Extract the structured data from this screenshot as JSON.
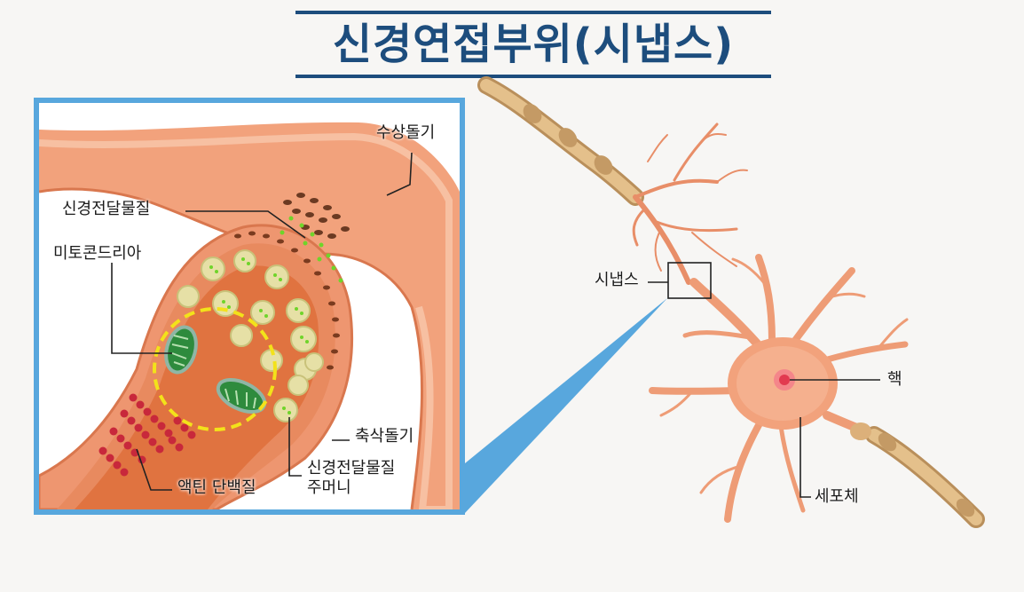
{
  "title": "신경연접부위(시냅스)",
  "inset_labels": {
    "dendrite": "수상돌기",
    "neurotransmitter": "신경전달물질",
    "mitochondria": "미토콘드리아",
    "axon": "축삭돌기",
    "vesicle_line1": "신경전달물질",
    "vesicle_line2": "주머니",
    "actin": "액틴 단백질"
  },
  "neuron_labels": {
    "synapse": "시냅스",
    "nucleus": "핵",
    "cell_body": "세포체"
  },
  "colors": {
    "title": "#1d4d7d",
    "inset_border": "#58a7dd",
    "cell_fill": "#f2a27c",
    "cell_edge": "#d9774e",
    "dashed_circle": "#f3e21a",
    "neurotransmitter_dots": "#6fd42a",
    "mitochondria": "#2e8b3d",
    "actin": "#c8283b",
    "myelin": "#d8b27a"
  }
}
